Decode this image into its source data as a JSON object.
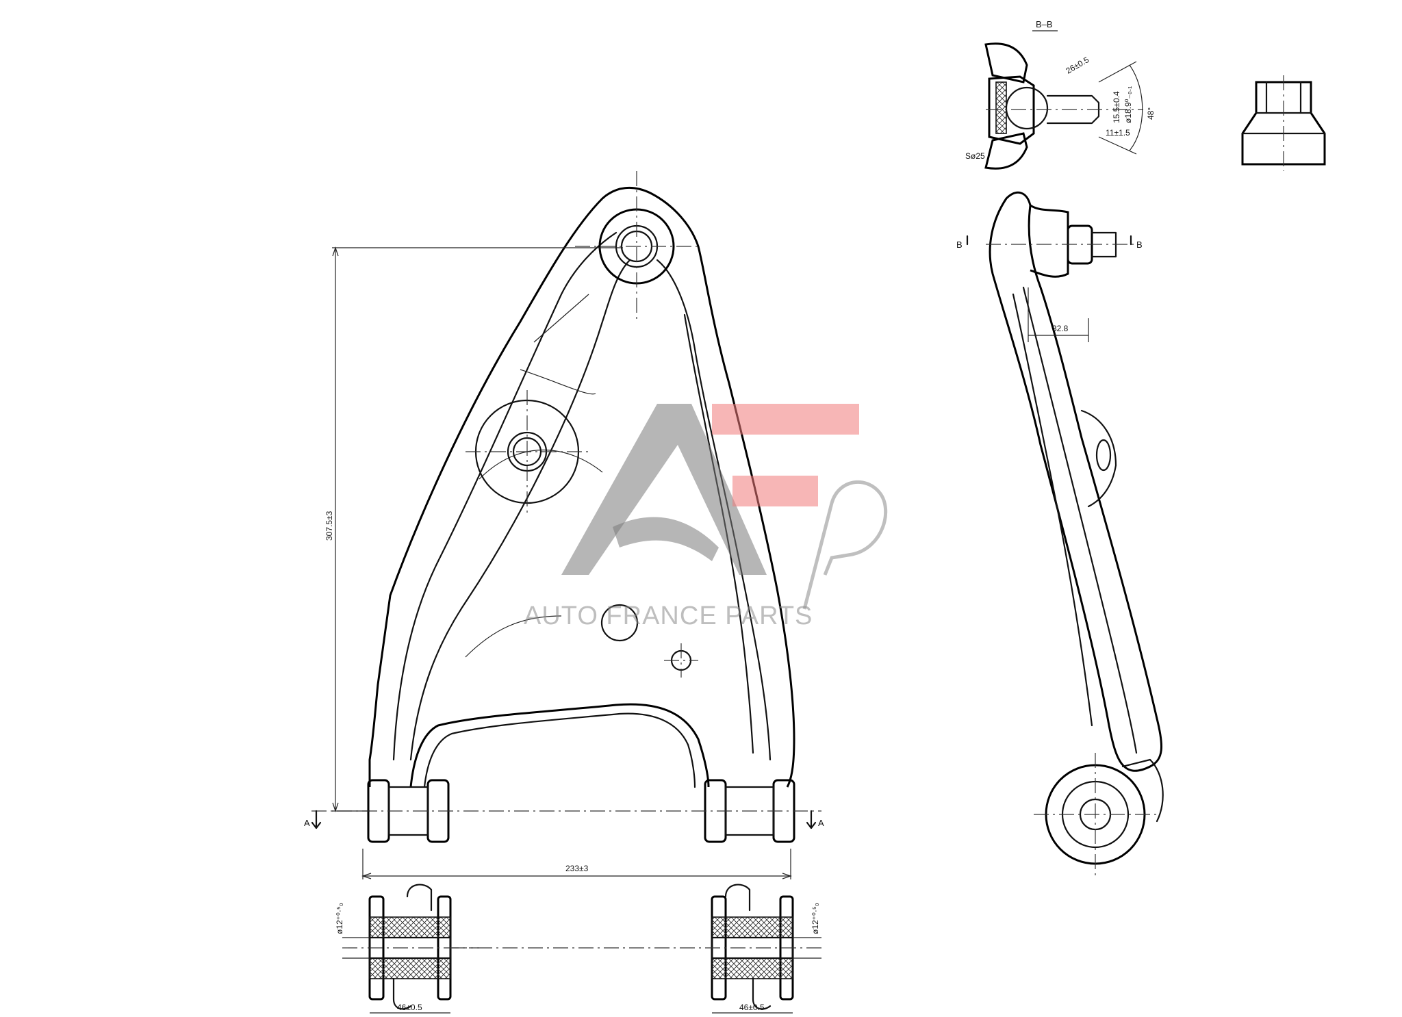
{
  "section_label": "B–B",
  "section_marks": {
    "a_left": "A",
    "a_right": "A",
    "b_left": "B",
    "b_right": "B"
  },
  "dimensions": {
    "height": "307.5±3",
    "width": "233±3",
    "offset": "32.8",
    "bush_diameter_left": "ø12⁺⁰·⁵₀",
    "bush_diameter_right": "ø12⁺⁰·⁵₀",
    "bush_length_left": "46±0.5",
    "bush_length_right": "46±0.5",
    "taper_length": "26±0.5",
    "ball_sphere": "Sø25",
    "stud_len": "15.5±0.4",
    "stud_dia": "ø18.9⁰₋₀.₁",
    "stud_end": "11±1.5",
    "angle": "48°"
  },
  "watermark": {
    "text": "AUTO FRANCE PARTS",
    "colors": {
      "gray": "#7a7a7a",
      "red": "#f07a7a"
    }
  }
}
